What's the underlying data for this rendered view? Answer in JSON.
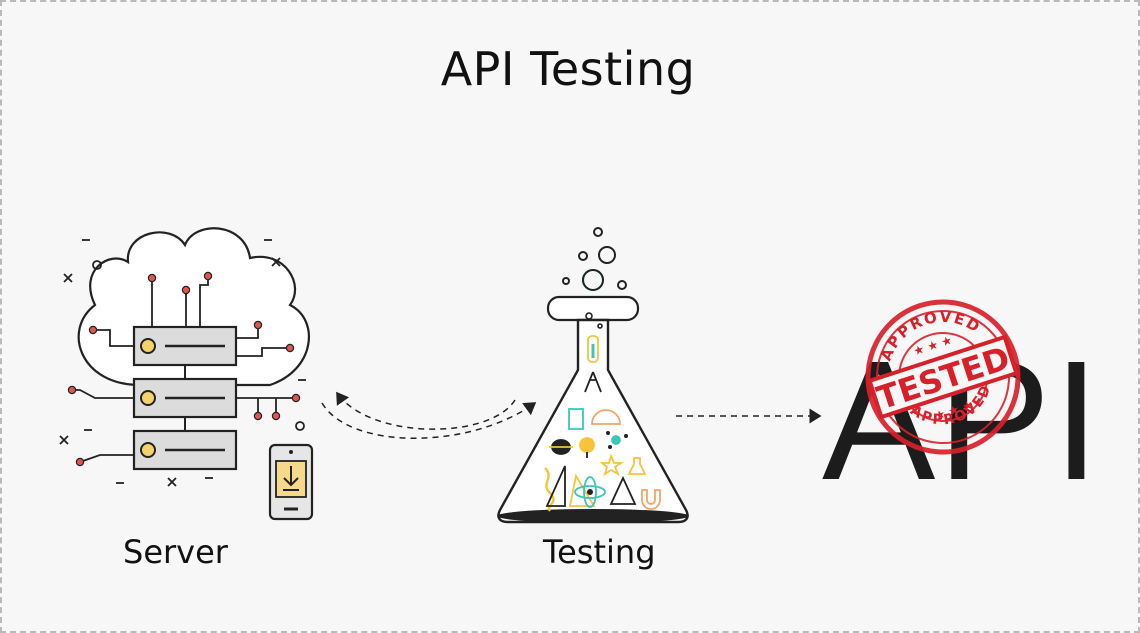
{
  "title": "API Testing",
  "nodes": {
    "server": {
      "label": "Server"
    },
    "testing": {
      "label": "Testing"
    },
    "api": {
      "text": "API"
    }
  },
  "stamp": {
    "top_text": "APPROVED",
    "center_text": "TESTED",
    "bottom_text": "APPROVED",
    "color": "#d8202a"
  },
  "colors": {
    "line": "#222222",
    "server_fill": "#dcdcdc",
    "led": "#f4d36b",
    "dot_red": "#e0564f",
    "accent_teal": "#3cc6b6",
    "accent_orange": "#f2a56b",
    "accent_yellow": "#f6c33a"
  }
}
